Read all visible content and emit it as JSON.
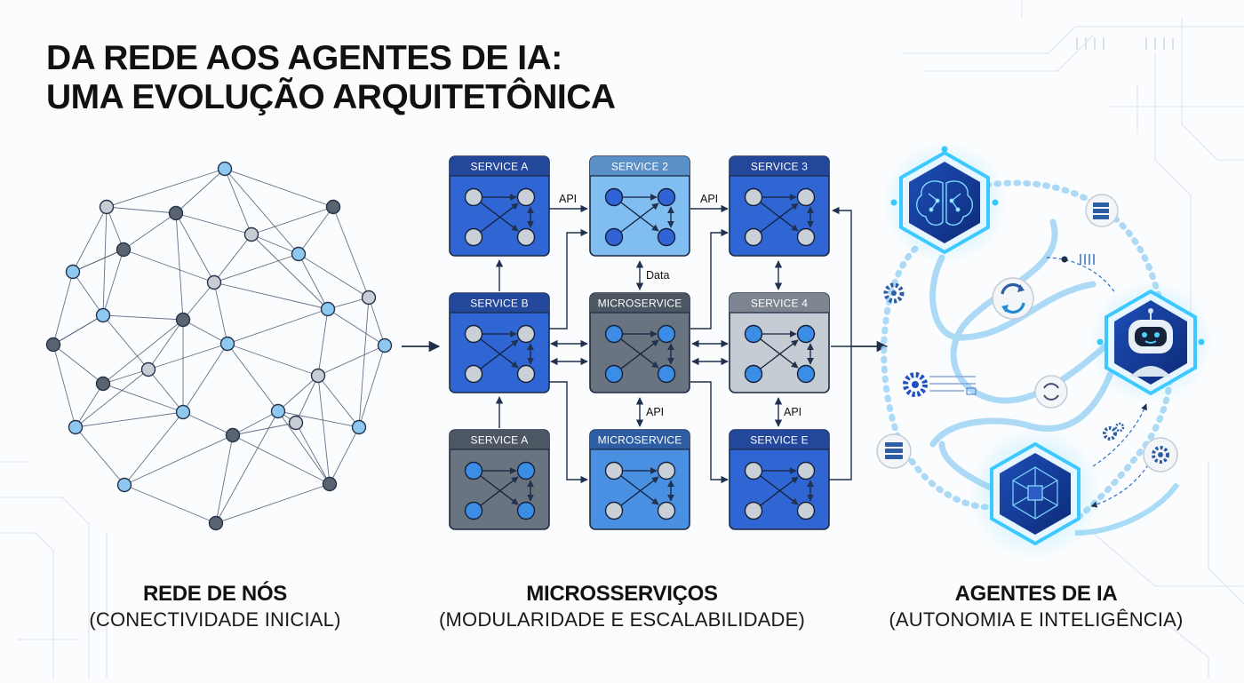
{
  "title": {
    "line1": "DA REDE AOS AGENTES DE IA:",
    "line2": "UMA EVOLUÇÃO ARQUITETÔNICA"
  },
  "sections": [
    {
      "title": "REDE DE NÓS",
      "subtitle": "(CONECTIVIDADE INICIAL)"
    },
    {
      "title": "MICROSSERVIÇOS",
      "subtitle": "(MODULARIDADE E ESCALABILIDADE)"
    },
    {
      "title": "AGENTES DE IA",
      "subtitle": "(AUTONOMIA E INTELIGÊNCIA)"
    }
  ],
  "services": [
    {
      "id": "svc-a-top",
      "label": "SERVICE A",
      "theme": "royal"
    },
    {
      "id": "svc-2",
      "label": "SERVICE 2",
      "theme": "light"
    },
    {
      "id": "svc-3",
      "label": "SERVICE 3",
      "theme": "royal"
    },
    {
      "id": "svc-b",
      "label": "SERVICE B",
      "theme": "royal"
    },
    {
      "id": "microservice-center",
      "label": "MICROSERVICE",
      "theme": "slate"
    },
    {
      "id": "svc-4",
      "label": "SERVICE 4",
      "theme": "silver"
    },
    {
      "id": "svc-a-bottom",
      "label": "SERVICE A",
      "theme": "slate"
    },
    {
      "id": "microservice-bottom",
      "label": "MICROSERVICE",
      "theme": "sky"
    },
    {
      "id": "svc-e",
      "label": "SERVICE E",
      "theme": "royal"
    }
  ],
  "connection_labels": {
    "api_top_left": "API",
    "api_top_right": "API",
    "data": "Data",
    "api_bottom_center": "API",
    "api_bottom_right": "API"
  },
  "colors": {
    "title_text": "#111111",
    "royal_header": "#23479b",
    "royal_body": "#2f66d4",
    "light_header": "#5b8fc7",
    "light_body": "#80bdf0",
    "slate_header": "#4d5763",
    "slate_body": "#6a7481",
    "silver_header": "#7d8590",
    "silver_body": "#c6ccd3",
    "sky_header": "#2d5da3",
    "sky_body": "#4a90e2",
    "node_light_blue": "#8ec8f0",
    "node_gray": "#c8cdd3",
    "node_dark": "#5a6470",
    "glow": "#37c8ff"
  },
  "agent_icons": [
    "brain-icon",
    "robot-icon",
    "network-icon",
    "gear-icon",
    "sync-icon",
    "server-icon",
    "database-icon"
  ]
}
